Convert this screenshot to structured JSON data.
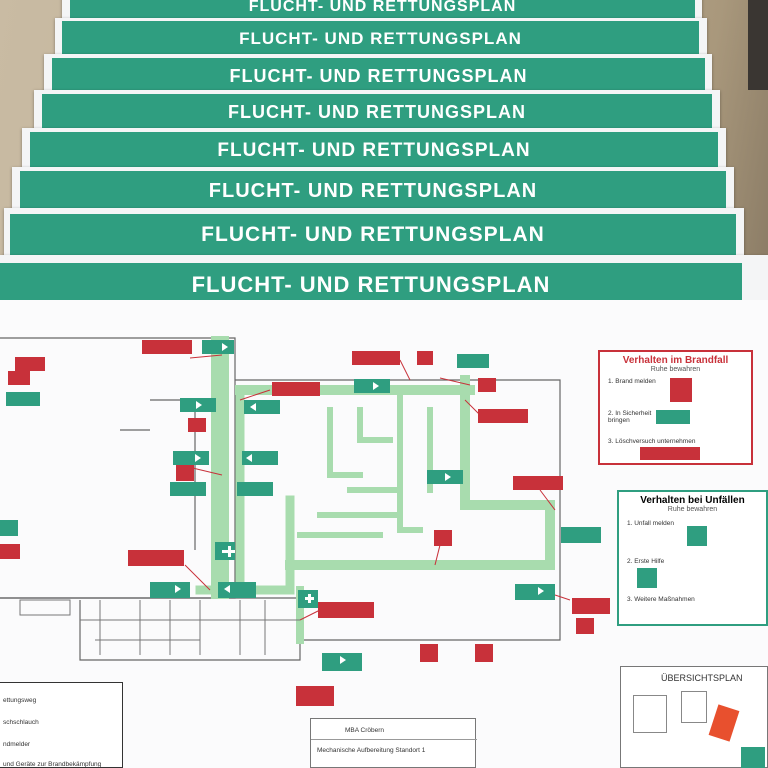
{
  "banner": {
    "title": "FLUCHT- UND RETTUNGSPLAN"
  },
  "fire_panel": {
    "title": "Verhalten im Brandfall",
    "subtitle": "Ruhe bewahren",
    "steps": [
      "1. Brand melden",
      "2. In Sicherheit bringen",
      "3. Löschversuch unternehmen"
    ]
  },
  "accident_panel": {
    "title": "Verhalten bei Unfällen",
    "subtitle": "Ruhe bewahren",
    "steps": [
      "1. Unfall melden",
      "2. Erste Hilfe",
      "3. Weitere Maßnahmen"
    ]
  },
  "overview": {
    "title": "ÜBERSICHTSPLAN"
  },
  "legend": {
    "items": [
      "ettungsweg",
      "schschlauch",
      "ndmelder",
      "und Geräte zur Brandbekämpfung"
    ]
  },
  "title_block": {
    "client": "MBA Cröbern",
    "project": "Mechanische Aufbereitung Standort 1"
  },
  "colors": {
    "green": "#2f9e80",
    "route": "#a8dcae",
    "red": "#c8313a"
  }
}
